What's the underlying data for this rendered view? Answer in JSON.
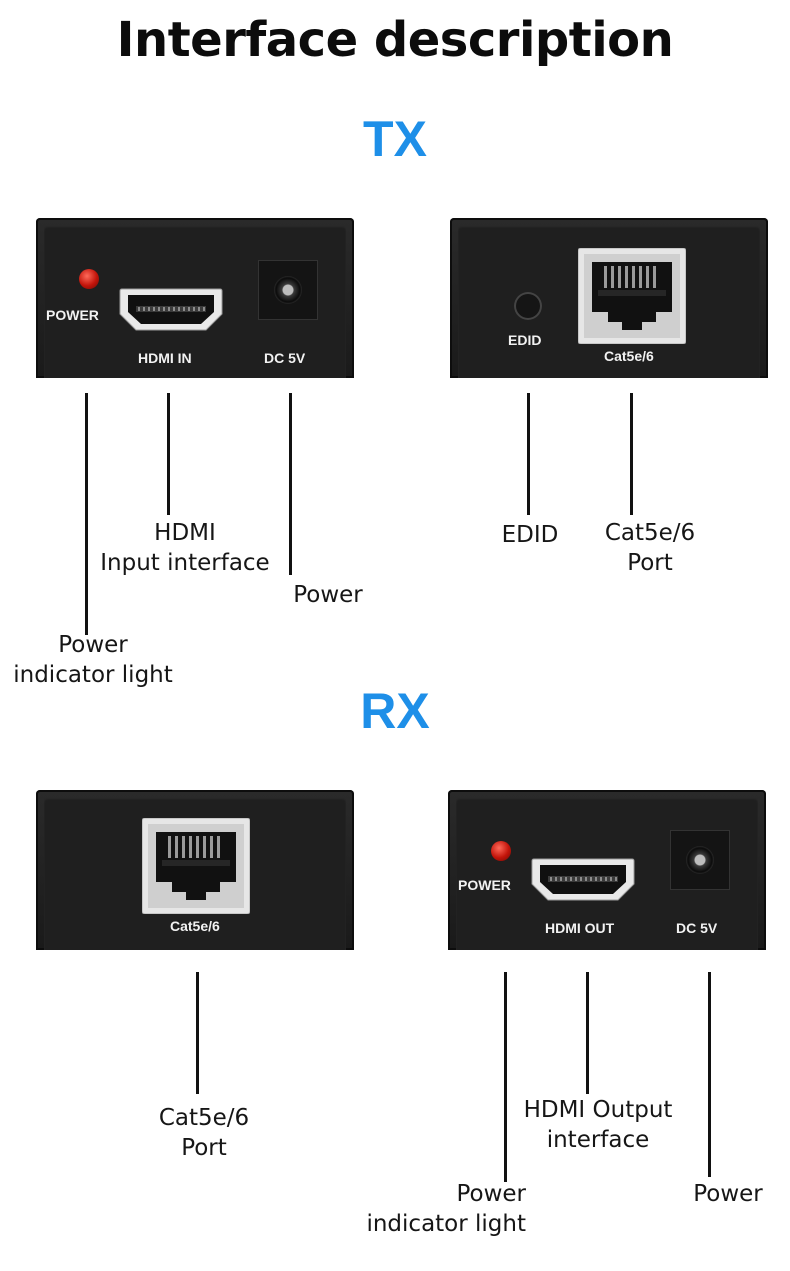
{
  "title": "Interface description",
  "colors": {
    "accent_blue": "#1e8fe8",
    "panel": "#1f1f1f",
    "led_red": "#d0160b"
  },
  "tx": {
    "heading": "TX",
    "front_panel": {
      "power_label": "POWER",
      "hdmi_label": "HDMI IN",
      "dc_label": "DC 5V"
    },
    "rear_panel": {
      "edid_label": "EDID",
      "port_label": "Cat5e/6"
    },
    "callouts": {
      "hdmi_line1": "HDMI",
      "hdmi_line2": "Input interface",
      "power": "Power",
      "indicator_line1": "Power",
      "indicator_line2": "indicator light",
      "edid": "EDID",
      "port_line1": "Cat5e/6",
      "port_line2": "Port"
    }
  },
  "rx": {
    "heading": "RX",
    "rear_panel": {
      "port_label": "Cat5e/6"
    },
    "front_panel": {
      "power_label": "POWER",
      "hdmi_label": "HDMI OUT",
      "dc_label": "DC 5V"
    },
    "callouts": {
      "port_line1": "Cat5e/6",
      "port_line2": "Port",
      "hdmi_line1": "HDMI Output",
      "hdmi_line2": "interface",
      "indicator_line1": "Power",
      "indicator_line2": "indicator light",
      "power": "Power"
    }
  }
}
